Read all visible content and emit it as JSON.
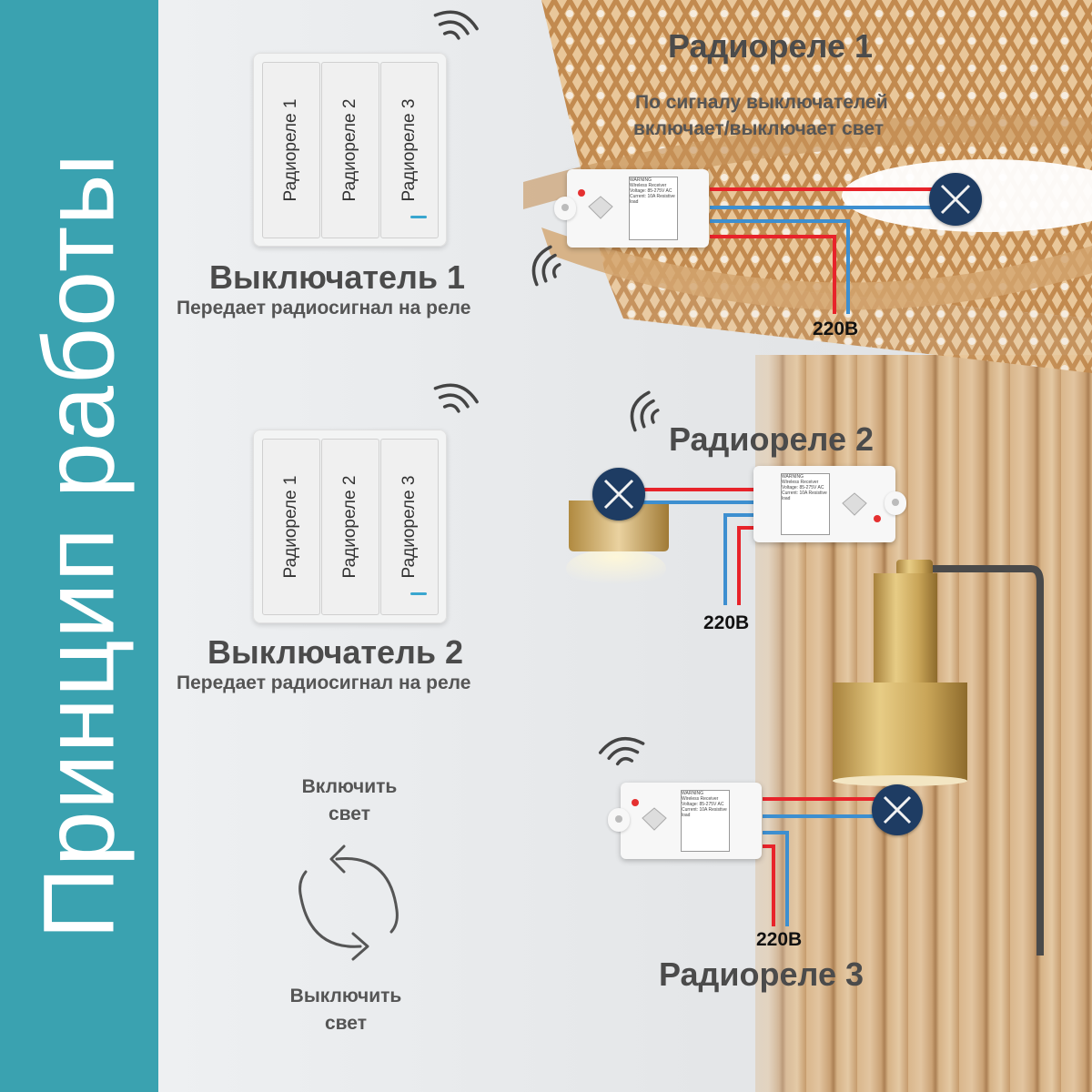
{
  "page_title": "Принцип работы",
  "switches": [
    {
      "title": "Выключатель 1",
      "subtitle": "Передает радиосигнал на реле",
      "keys": [
        "Радиореле 1",
        "Радиореле 2",
        "Радиореле 3"
      ]
    },
    {
      "title": "Выключатель 2",
      "subtitle": "Передает радиосигнал на реле",
      "keys": [
        "Радиореле 1",
        "Радиореле 2",
        "Радиореле 3"
      ]
    }
  ],
  "relays": [
    {
      "title": "Радиореле 1",
      "description_line1": "По сигналу выключателей",
      "description_line2": "включает/выключает свет",
      "voltage": "220В"
    },
    {
      "title": "Радиореле 2",
      "voltage": "220В"
    },
    {
      "title": "Радиореле 3",
      "voltage": "220В"
    }
  ],
  "cycle": {
    "on_line1": "Включить",
    "on_line2": "свет",
    "off_line1": "Выключить",
    "off_line2": "свет"
  },
  "relay_label_text": [
    "WARNING",
    "Wireless Receiver",
    "Voltage: 85-275V AC",
    "Current: 10A Resistive load"
  ],
  "colors": {
    "sidebar": "#3aa2b0",
    "live_wire": "#e8232a",
    "neutral_wire": "#3d8fd0",
    "lamp": "#1e3c63"
  }
}
